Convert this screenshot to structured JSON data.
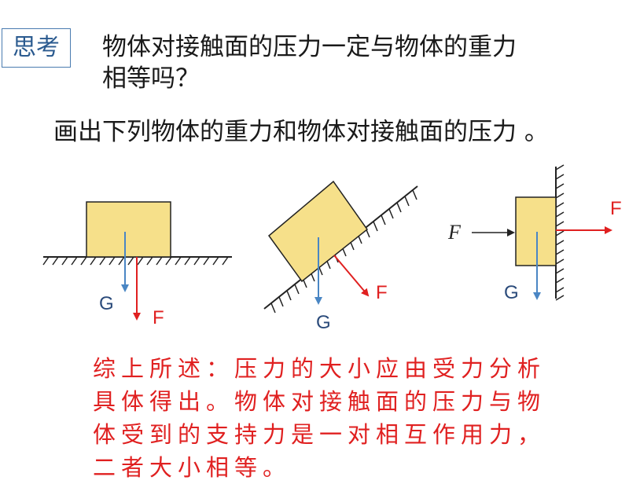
{
  "badge": {
    "label": "思考"
  },
  "question": {
    "line1": "物体对接触面的压力一定与物体的重力",
    "line2": "相等吗？"
  },
  "instruction": {
    "text": "画出下列物体的重力和物体对接触面的压力 。"
  },
  "figures": {
    "horizontal": {
      "gravity_label": "G",
      "pressure_label": "F"
    },
    "incline": {
      "gravity_label": "G",
      "pressure_label": "F"
    },
    "wall": {
      "push_label": "F",
      "gravity_label": "G",
      "pressure_label": "F"
    }
  },
  "summary": {
    "line1": "综上所述：压力的大小应由受力分析",
    "line2": "具体得出。物体对接触面的压力与物",
    "line3": "体受到的支持力是一对相互作用力，",
    "line4": "二者大小相等。"
  },
  "colors": {
    "block": "#f6e08a",
    "gravity_arrow": "#4a86c4",
    "force_arrow": "#e02020",
    "label_blue": "#2a4a7a",
    "label_red": "#e02020"
  }
}
